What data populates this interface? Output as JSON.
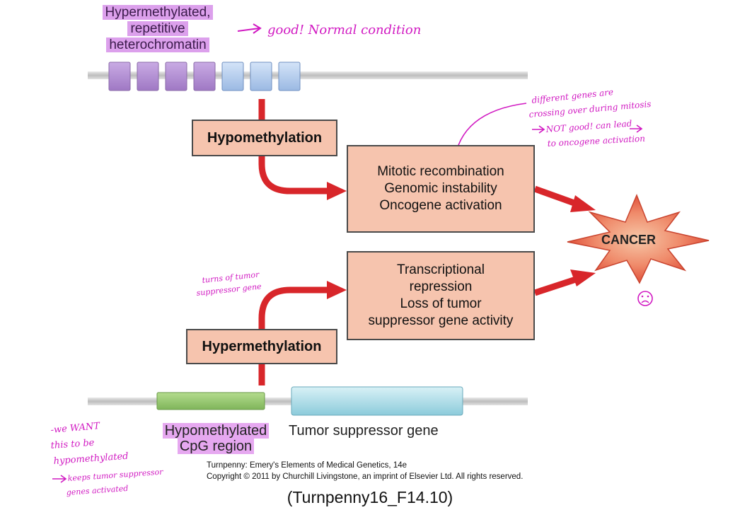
{
  "top_label": {
    "line1": "Hypermethylated,",
    "line2": "repetitive",
    "line3": "heterochromatin"
  },
  "hypomethylation_box": "Hypomethylation",
  "mitotic_box": {
    "line1": "Mitotic recombination",
    "line2": "Genomic instability",
    "line3": "Oncogene activation"
  },
  "transcriptional_box": {
    "line1": "Transcriptional",
    "line2": "repression",
    "line3": "Loss of tumor",
    "line4": "suppressor gene activity"
  },
  "hypermethylation_box": "Hypermethylation",
  "cancer_label": "CANCER",
  "cpg_label": {
    "line1": "Hypomethylated",
    "line2": "CpG region"
  },
  "tumor_gene_label": "Tumor suppressor gene",
  "credit": {
    "line1": "Turnpenny: Emery's Elements of Medical Genetics, 14e",
    "line2": "Copyright © 2011 by Churchill Livingstone, an imprint of Elsevier Ltd. All rights reserved."
  },
  "figure_id": "(Turnpenny16_F14.10)",
  "annotations": {
    "good_note": "good! Normal condition",
    "crossing_note": {
      "line1": "different genes are",
      "line2": "crossing over during mitosis",
      "line3": "NOT good! can lead",
      "line4": "to oncogene activation"
    },
    "turns_note": {
      "line1": "turns of tumor",
      "line2": "suppressor gene"
    },
    "want_note": {
      "line1": "-we WANT",
      "line2": "this to be",
      "line3": "hypomethylated",
      "line4": "keeps tumor suppressor",
      "line5": "genes activated"
    },
    "sad_face": "☹"
  },
  "colors": {
    "box_fill": "#f6c4ae",
    "arrow_red": "#d8262a",
    "purple_block": "#b28fd1",
    "blue_block": "#a8c4ea",
    "green_block": "#8fc46a",
    "cyan_block": "#9fd6e4",
    "highlight": "#e6a8f0",
    "annotation_pink": "#d11ac2",
    "starburst": "#e86a52"
  }
}
